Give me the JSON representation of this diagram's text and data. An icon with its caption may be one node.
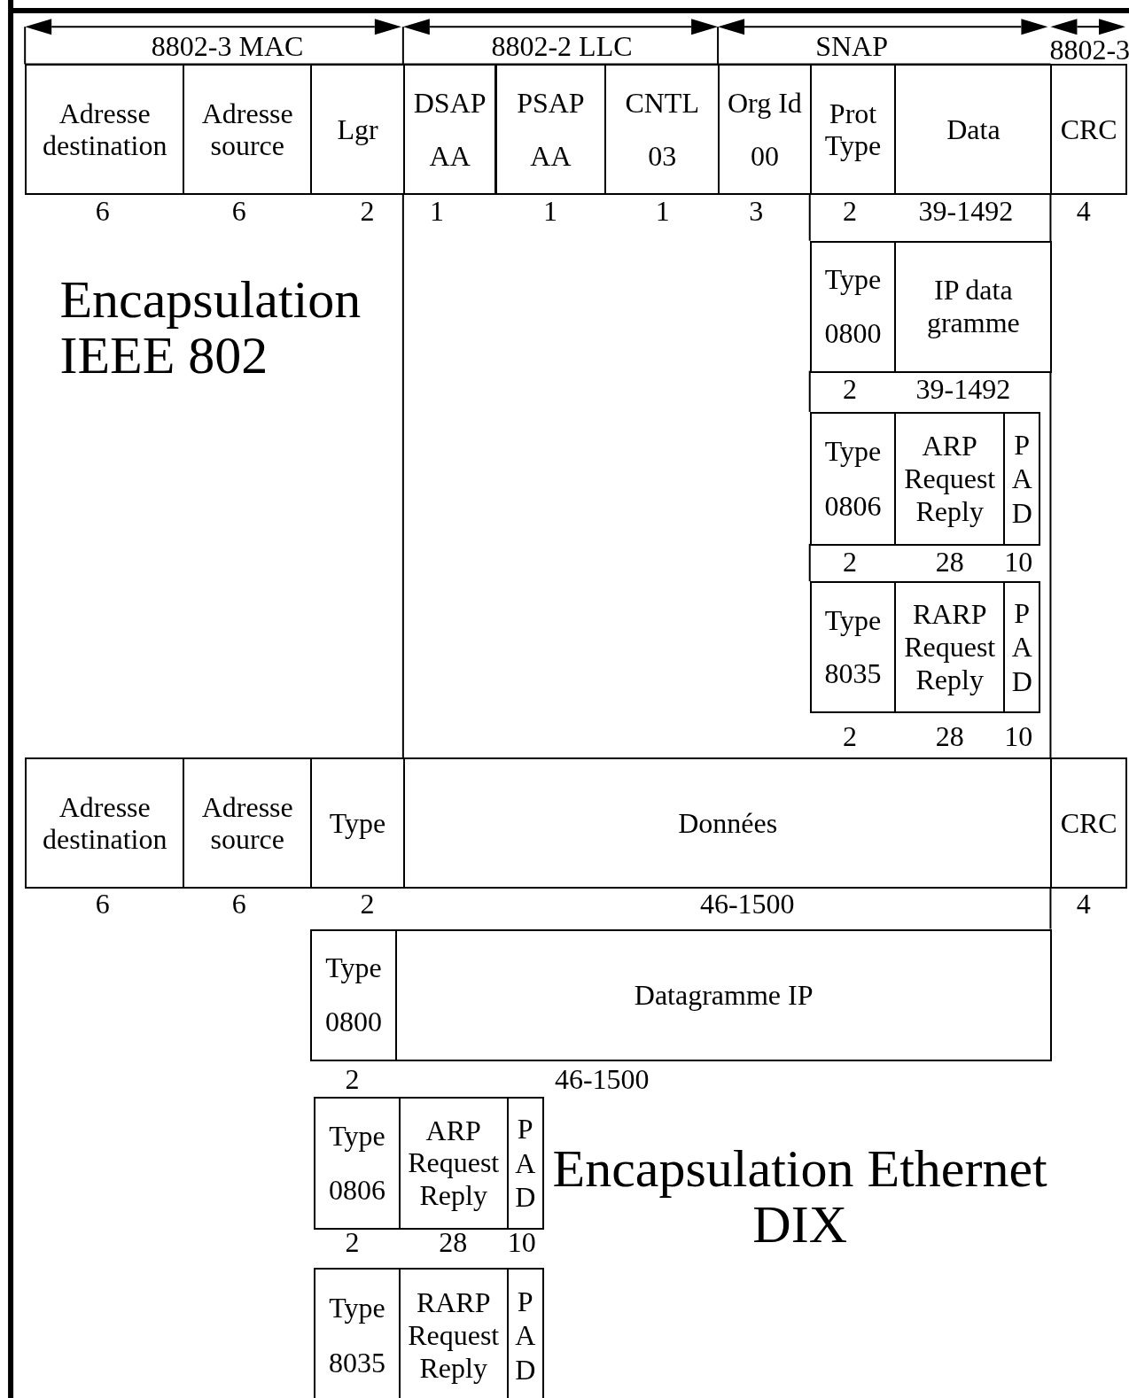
{
  "diagram": {
    "nodes": [
      {
        "text": [
          "Adresse destination"
        ]
      },
      {
        "text": [
          "Adresse source"
        ]
      },
      {
        "text": [
          "Lgr"
        ]
      },
      {
        "text": [
          "DSAP",
          "AA"
        ]
      },
      {
        "text": [
          "PSAP",
          "AA"
        ]
      },
      {
        "text": [
          "CNTL",
          "03"
        ]
      },
      {
        "text": [
          "Org Id",
          "00"
        ]
      },
      {
        "text": [
          "Prot Type"
        ]
      },
      {
        "text": [
          "Data"
        ]
      },
      {
        "text": [
          "CRC"
        ]
      },
      {
        "text": [
          "Type",
          "0800"
        ]
      },
      {
        "text": [
          "IP data gramme"
        ]
      },
      {
        "text": [
          "Type",
          "0806"
        ]
      },
      {
        "text": [
          "ARP Request Reply"
        ]
      },
      {
        "text": [
          "PAD"
        ]
      },
      {
        "text": [
          "Type",
          "8035"
        ]
      },
      {
        "text": [
          "RARP Request Reply"
        ]
      },
      {
        "text": [
          "PAD"
        ]
      },
      {
        "text": [
          "Adresse destination"
        ]
      },
      {
        "text": [
          "Adresse source"
        ]
      },
      {
        "text": [
          "Type"
        ]
      },
      {
        "text": [
          "Données"
        ]
      },
      {
        "text": [
          "CRC"
        ]
      },
      {
        "text": [
          "Type",
          "0800"
        ]
      },
      {
        "text": [
          "Datagramme IP"
        ]
      },
      {
        "text": [
          "Type",
          "0806"
        ]
      },
      {
        "text": [
          "ARP Request Reply"
        ]
      },
      {
        "text": [
          "PAD"
        ]
      },
      {
        "text": [
          "Type",
          "8035"
        ]
      },
      {
        "text": [
          "RARP Request Reply"
        ]
      },
      {
        "text": [
          "PAD"
        ]
      }
    ],
    "labels": [
      "8802-3 MAC",
      "8802-2 LLC",
      "SNAP",
      "8802-3",
      "6",
      "6",
      "2",
      "1",
      "1",
      "1",
      "3",
      "2",
      "39-1492",
      "4",
      "Encapsulation IEEE 802",
      "2",
      "39-1492",
      "2",
      "28",
      "10",
      "2",
      "28",
      "10",
      "6",
      "6",
      "2",
      "46-1500",
      "4",
      "2",
      "46-1500",
      "Encapsulation Ethernet DIX",
      "2",
      "28",
      "10"
    ]
  }
}
